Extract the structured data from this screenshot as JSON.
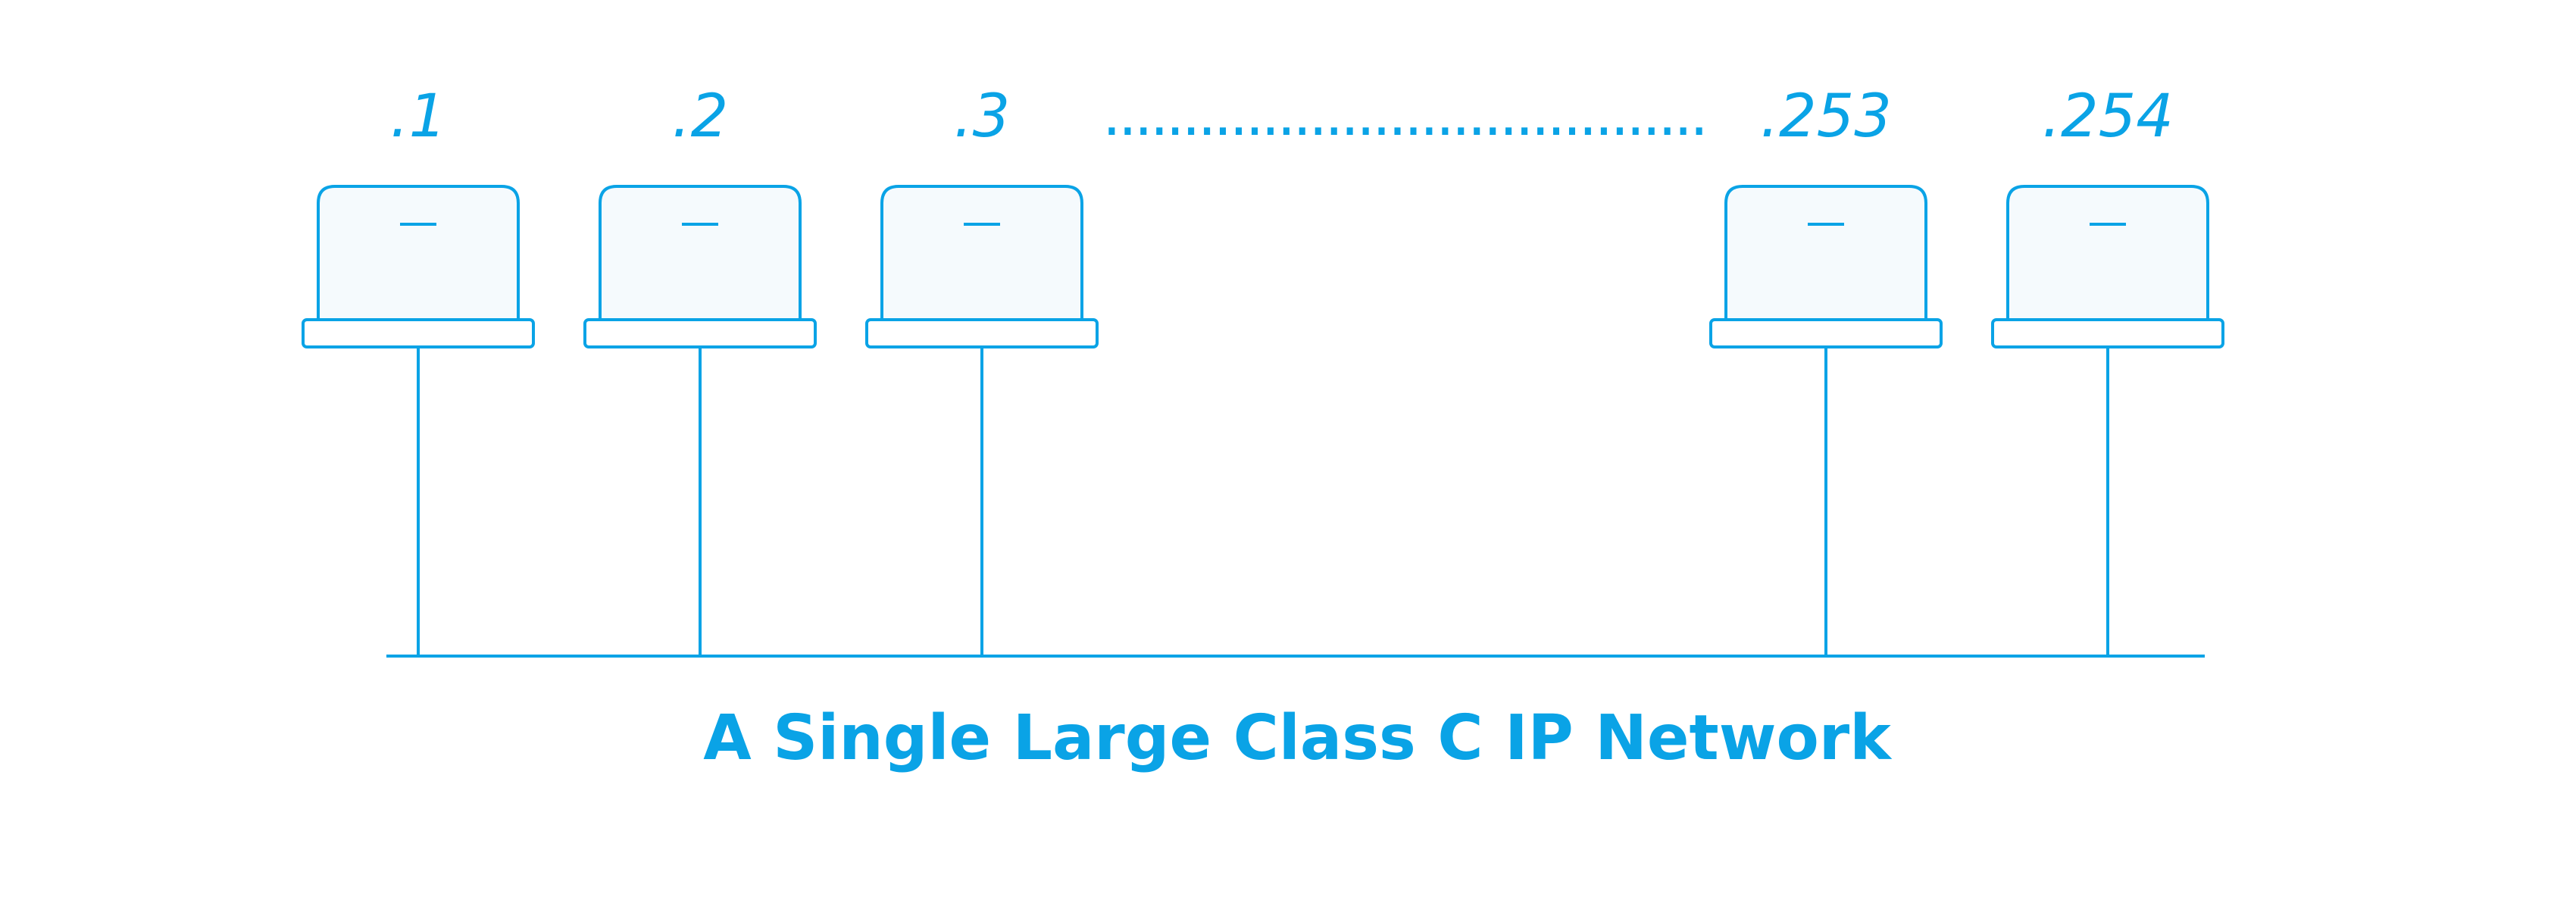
{
  "diagram": {
    "caption": "A Single Large Class C IP Network",
    "gap_dots": "......................................",
    "hosts": [
      {
        "label": ".1",
        "icon": "laptop-icon"
      },
      {
        "label": ".2",
        "icon": "laptop-icon"
      },
      {
        "label": ".3",
        "icon": "laptop-icon"
      },
      {
        "label": ".253",
        "icon": "laptop-icon"
      },
      {
        "label": ".254",
        "icon": "laptop-icon"
      }
    ]
  },
  "colors": {
    "stroke": "#0aa3e6",
    "screen_fill": "#f5fafd",
    "text": "#0aa3e6"
  }
}
